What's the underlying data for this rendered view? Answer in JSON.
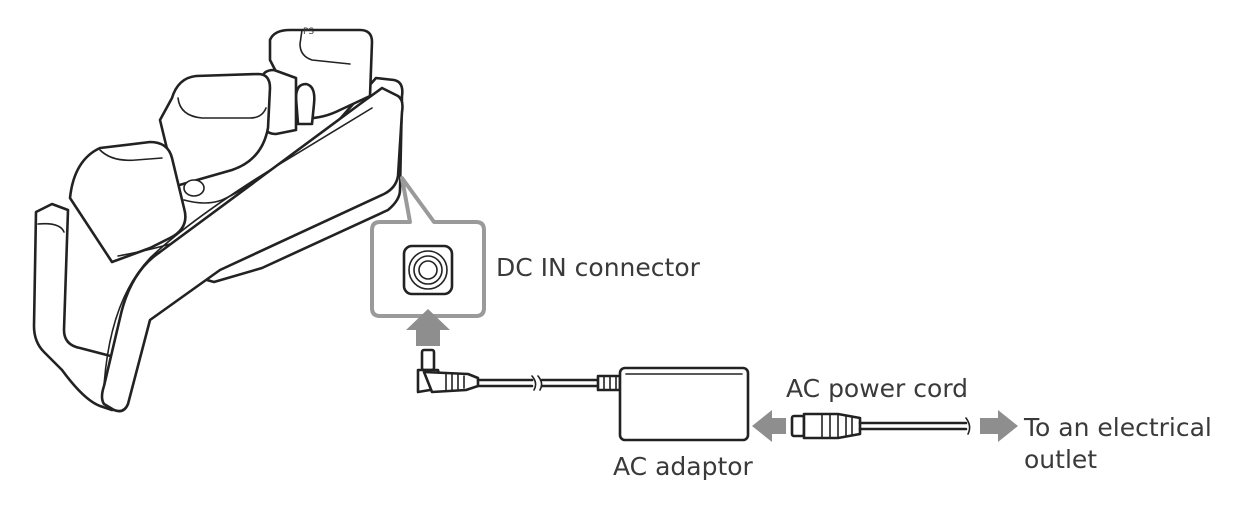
{
  "labels": {
    "dc_in_connector": "DC IN connector",
    "ac_power_cord": "AC power cord",
    "to_outlet_line1": "To an electrical",
    "to_outlet_line2": "outlet",
    "ac_adaptor": "AC adaptor"
  },
  "logo": {
    "text": "PS"
  },
  "colors": {
    "line": "#222222",
    "callout": "#9a9a9a",
    "arrow": "#8e8e8e",
    "label": "#3a3a3a"
  }
}
